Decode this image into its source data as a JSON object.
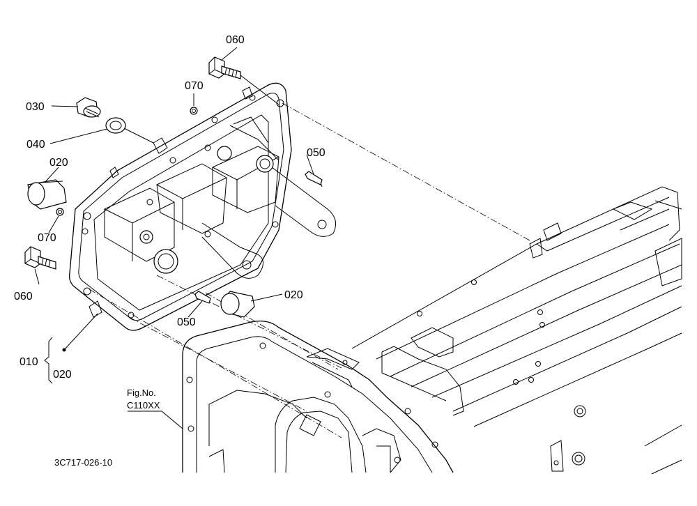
{
  "diagram": {
    "callouts": [
      {
        "id": "c060_top",
        "text": "060"
      },
      {
        "id": "c070_top",
        "text": "070"
      },
      {
        "id": "c030",
        "text": "030"
      },
      {
        "id": "c040",
        "text": "040"
      },
      {
        "id": "c050_top",
        "text": "050"
      },
      {
        "id": "c020_top",
        "text": "020"
      },
      {
        "id": "c070_left",
        "text": "070"
      },
      {
        "id": "c060_left",
        "text": "060"
      },
      {
        "id": "c020_right",
        "text": "020"
      },
      {
        "id": "c050_bottom",
        "text": "050"
      },
      {
        "id": "c010",
        "text": "010"
      },
      {
        "id": "c020_group",
        "text": "020"
      }
    ],
    "figure_ref": {
      "line1": "Fig.No.",
      "line2": "C110XX"
    },
    "drawing_code": "3C717-026-10"
  }
}
